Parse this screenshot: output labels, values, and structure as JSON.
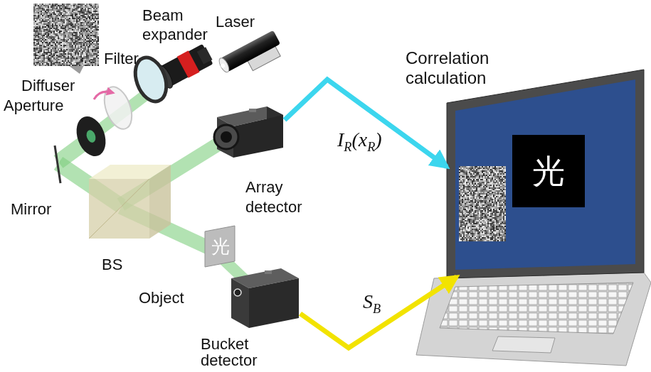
{
  "diagram": {
    "nodes": [
      {
        "text": [
          "Array detector"
        ]
      },
      {
        "text": [
          "光",
          "Object"
        ]
      },
      {
        "text": [
          "Bucket detector"
        ]
      },
      {
        "text": [
          "Correlation calculation",
          "光"
        ]
      }
    ],
    "edges": [
      {
        "from": 0,
        "to": 3,
        "arrow": "to",
        "label": "IR(xR)"
      },
      {
        "from": 2,
        "to": 3,
        "arrow": "to",
        "label": "SB"
      }
    ],
    "labels": [
      "Laser",
      "Beam expander",
      "Filter",
      "Diffuser",
      "Aperture",
      "Mirror",
      "BS"
    ]
  }
}
